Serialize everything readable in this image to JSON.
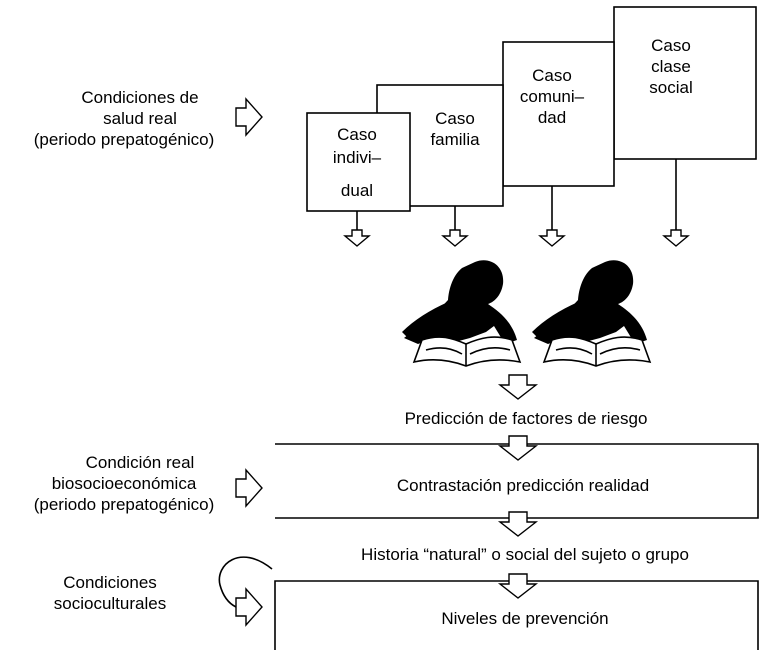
{
  "left_labels": {
    "salud": [
      "Condiciones de",
      "salud real",
      "(periodo prepatogénico)"
    ],
    "biosocio": [
      "Condición real",
      "biosocioeconómica",
      "(periodo prepatogénico)"
    ],
    "socioculturales": [
      "Condiciones",
      "socioculturales"
    ]
  },
  "cases": {
    "individual": [
      "Caso",
      "indivi–",
      "dual"
    ],
    "familia": [
      "Caso",
      "familia"
    ],
    "comunidad": [
      "Caso",
      "comuni–",
      "dad"
    ],
    "clase": [
      "Caso",
      "clase",
      "social"
    ]
  },
  "flow": {
    "prediccion": "Predicción de factores de riesgo",
    "contrastacion": "Contrastación predicción realidad",
    "historia": "Historia “natural” o social del sujeto o grupo",
    "niveles": "Niveles de prevención"
  }
}
